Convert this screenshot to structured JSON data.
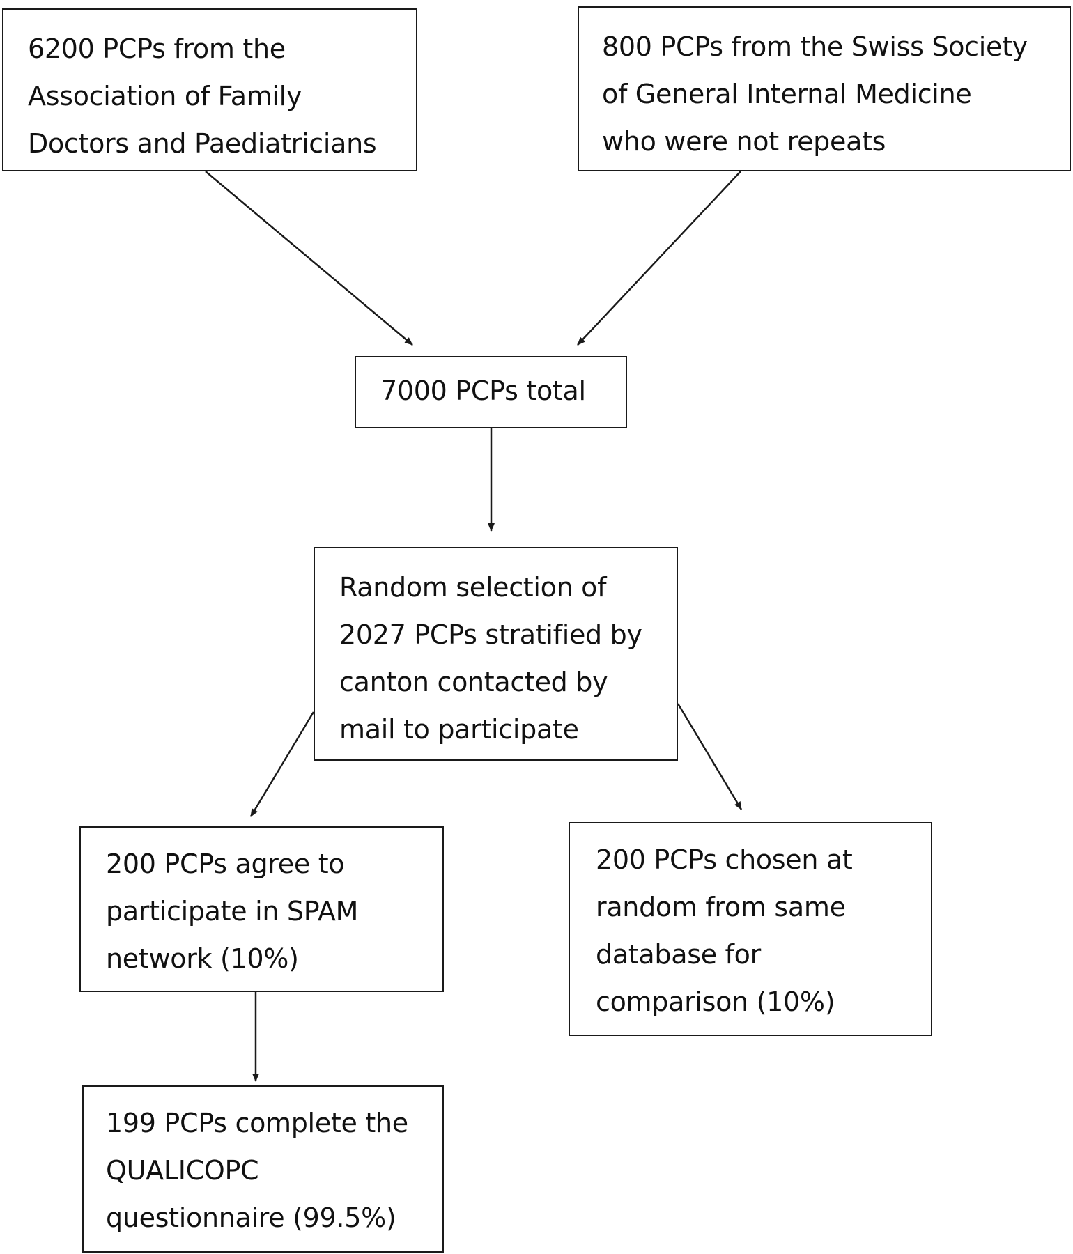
{
  "flowchart": {
    "source_association": {
      "lines": [
        "6200 PCPs from the",
        "Association of Family",
        "Doctors and Paediatricians"
      ]
    },
    "source_sgim": {
      "lines": [
        "800 PCPs from the Swiss Society",
        "of General Internal Medicine",
        "who were not repeats"
      ]
    },
    "total": {
      "lines": [
        "7000 PCPs total"
      ]
    },
    "random_selection": {
      "lines": [
        "Random selection of",
        "2027 PCPs stratified by",
        "canton contacted by",
        "mail to participate"
      ]
    },
    "spam_network": {
      "lines": [
        "200 PCPs agree to",
        "participate in SPAM",
        "network (10%)"
      ]
    },
    "comparison_group": {
      "lines": [
        "200 PCPs chosen at",
        "random from same",
        "database for",
        "comparison (10%)"
      ]
    },
    "questionnaire": {
      "lines": [
        "199 PCPs complete the",
        "QUALICOPC",
        "questionnaire (99.5%)"
      ]
    }
  },
  "style": {
    "border_color": "#1a1a1a",
    "arrow_color": "#1a1a1a",
    "background": "#ffffff"
  }
}
